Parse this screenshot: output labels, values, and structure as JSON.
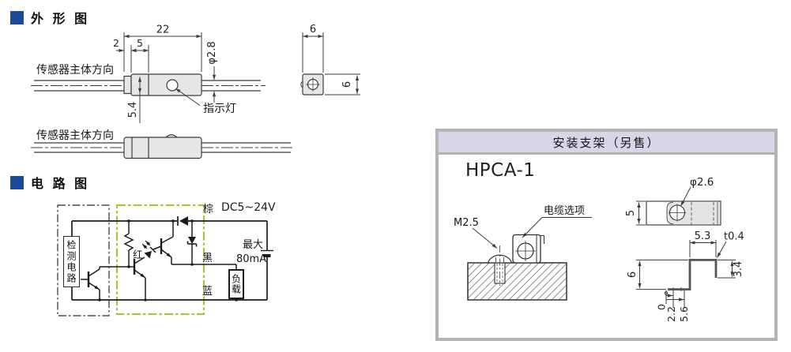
{
  "outline": {
    "title": "外 形 图",
    "direction_label_top": "传感器主体方向",
    "direction_label_bottom": "传感器主体方向",
    "indicator_label": "指示灯",
    "dims": {
      "body_length": "22",
      "notch": "2",
      "segment": "5",
      "cable_dia": "φ2.8",
      "body_height": "5.4",
      "end_width": "6",
      "end_height": "6"
    }
  },
  "circuit": {
    "title": "电 路 图",
    "labels": {
      "detection": "检测电路",
      "led_red": "红",
      "brown": "棕",
      "supply": "DC5~24V",
      "black": "黑",
      "max_line1": "最大",
      "max_line2": "80mA",
      "blue": "蓝",
      "load": "负载"
    }
  },
  "bracket": {
    "header": "安装支架（另售）",
    "model": "HPCA-1",
    "screw_label": "M2.5",
    "cable_option_label": "电缆选项",
    "dims": {
      "hole_dia": "φ2.6",
      "plate_width": "5",
      "flange_length": "5.3",
      "thickness": "t0.4",
      "lip_height": "3.4",
      "wall_height": "6",
      "offset_zero": "0",
      "offset_22": "2.2",
      "offset_56": "5.6"
    }
  },
  "colors": {
    "accent_blue": "#1a4a9a",
    "circuit_highlight_green": "#a8c43a",
    "panel_header_bg": "#d6d6e8",
    "panel_border": "#b3b3b3"
  }
}
